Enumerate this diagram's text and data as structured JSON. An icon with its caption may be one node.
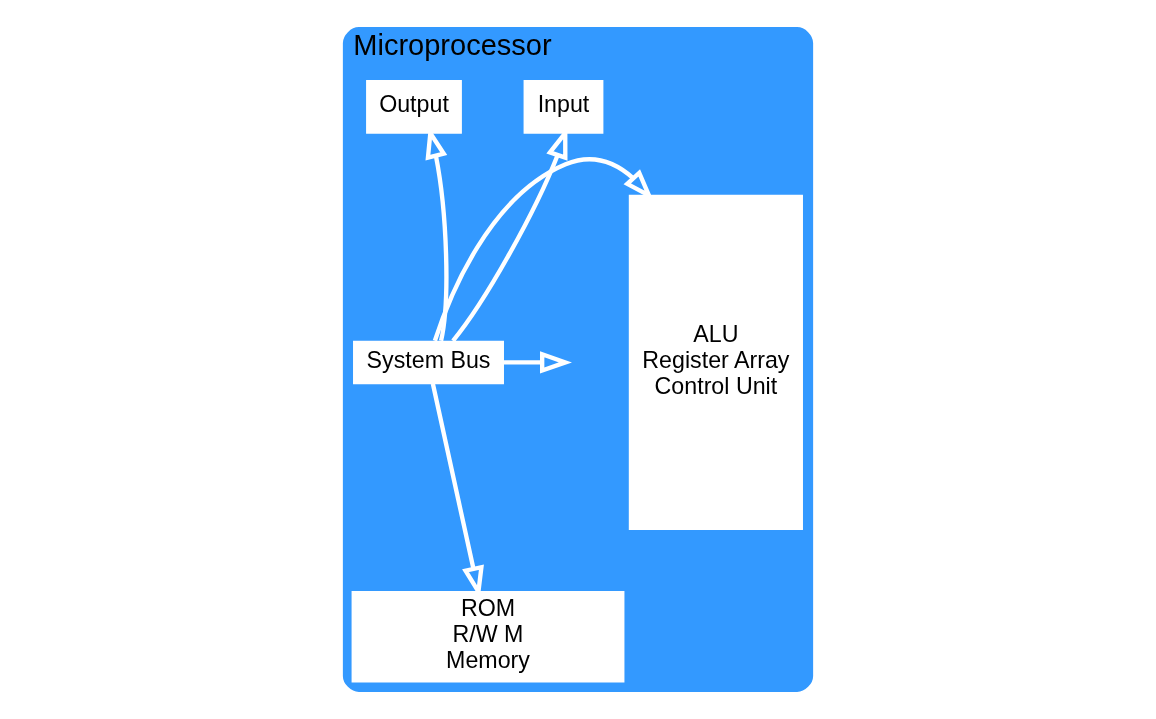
{
  "diagram": {
    "nodes": [
      {
        "text": [
          "Microprocessor"
        ]
      },
      {
        "text": [
          "ALU",
          "Register Array",
          "Control Unit"
        ],
        "in": 0
      },
      {
        "text": [
          "Input"
        ],
        "in": 0
      },
      {
        "text": [
          "Output"
        ],
        "in": 0
      },
      {
        "text": [
          "System Bus"
        ],
        "in": 0
      },
      {
        "text": [
          "ROM",
          "R/W M",
          "Memory"
        ],
        "in": 0
      }
    ],
    "edges": [
      {
        "from": 4,
        "to": 1,
        "arrow": "to"
      },
      {
        "from": 4,
        "to": 2,
        "arrow": "to"
      },
      {
        "from": 4,
        "to": 3,
        "arrow": "to"
      },
      {
        "from": 4,
        "to": null,
        "arrow": "to"
      },
      {
        "from": 4,
        "to": 5,
        "arrow": "to"
      }
    ]
  }
}
